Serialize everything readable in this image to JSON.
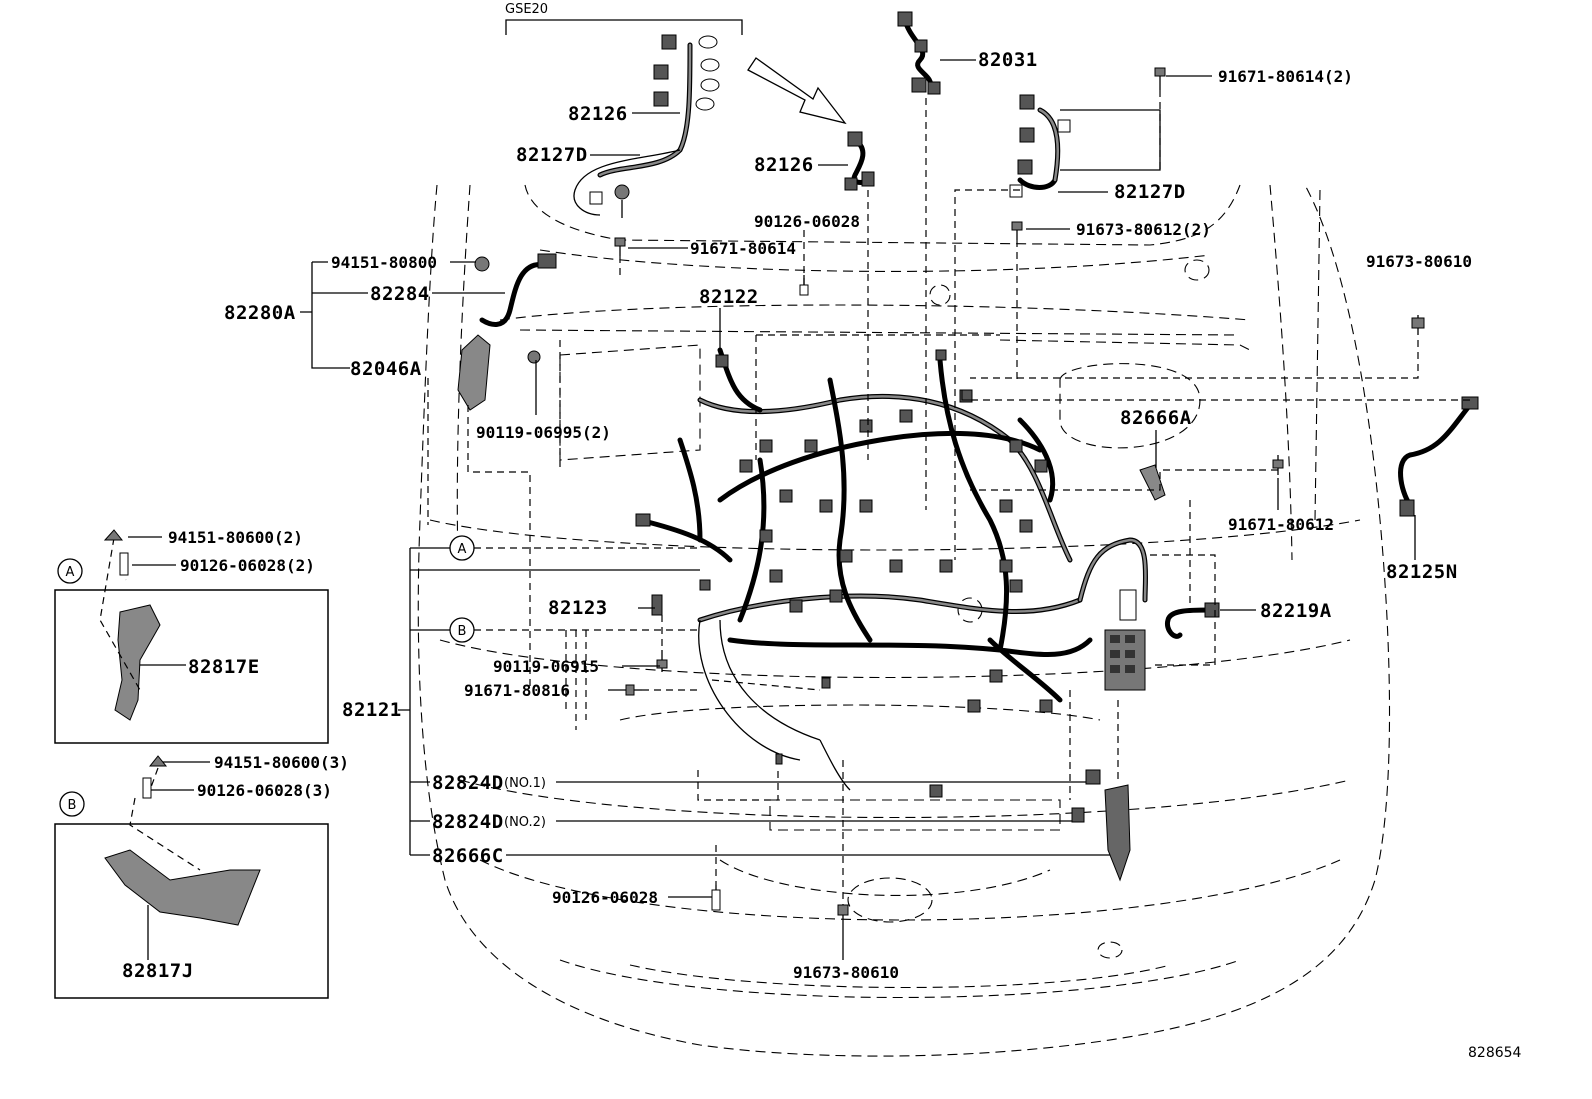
{
  "labels": {
    "gse20": "GSE20",
    "p82126_top": "82126",
    "p82127D_left": "82127D",
    "p91671_80614": "91671-80614",
    "p82126_mid": "82126",
    "p82031": "82031",
    "p91671_80614_2": "91671-80614(2)",
    "p82127D_right": "82127D",
    "p91673_80612_2": "91673-80612(2)",
    "p90126_06028_top": "90126-06028",
    "p91673_80610_right": "91673-80610",
    "p94151_80800": "94151-80800",
    "p82284": "82284",
    "p82280A": "82280A",
    "p82046A": "82046A",
    "p82122": "82122",
    "p90119_06995_2": "90119-06995(2)",
    "p82666A": "82666A",
    "p91671_80612": "91671-80612",
    "p82125N": "82125N",
    "p94151_80600_2": "94151-80600(2)",
    "p90126_06028_2": "90126-06028(2)",
    "p82817E": "82817E",
    "p82123": "82123",
    "p82219A": "82219A",
    "p90119_06915": "90119-06915",
    "p91671_80816": "91671-80816",
    "p82121": "82121",
    "p94151_80600_3": "94151-80600(3)",
    "p90126_06028_3": "90126-06028(3)",
    "p82824D_1": "82824D",
    "p82824D_1_note": "(NO.1)",
    "p82824D_2": "82824D",
    "p82824D_2_note": "(NO.2)",
    "p82666C": "82666C",
    "p90126_06028_bottom": "90126-06028",
    "p82817J": "82817J",
    "p91673_80610_bottom": "91673-80610",
    "callout_A": "A",
    "callout_B": "B",
    "illustration_no": "828654"
  }
}
